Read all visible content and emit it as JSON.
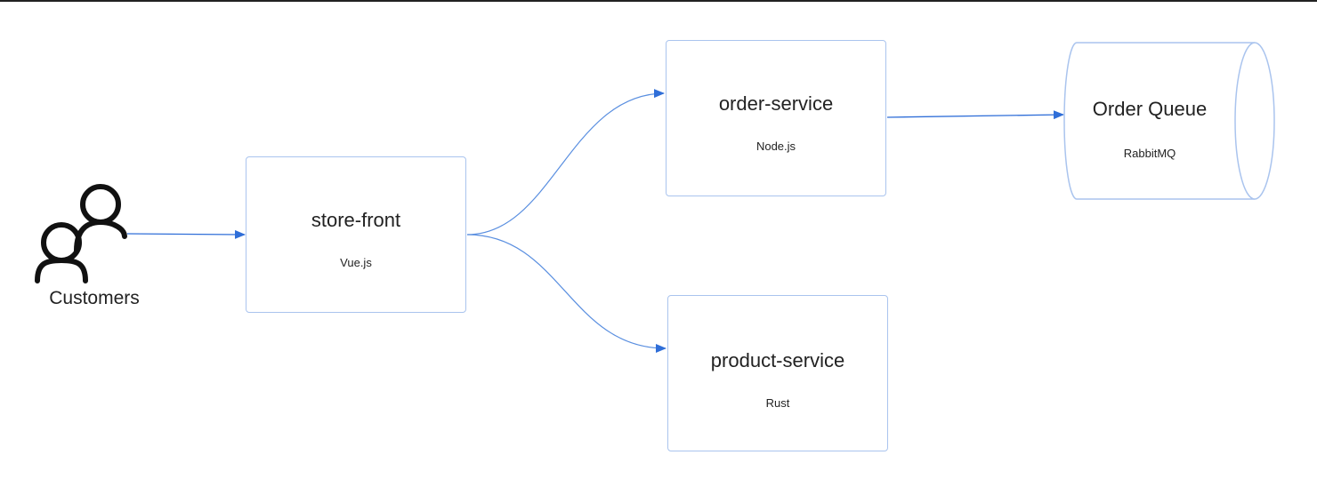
{
  "colors": {
    "connector": "#2f6ed8",
    "box_border": "#aac4ee",
    "icon": "#111111"
  },
  "actor": {
    "label": "Customers",
    "icon": "users-icon"
  },
  "nodes": [
    {
      "id": "store-front",
      "title": "store-front",
      "tech": "Vue.js",
      "shape": "rectangle"
    },
    {
      "id": "order-service",
      "title": "order-service",
      "tech": "Node.js",
      "shape": "rectangle"
    },
    {
      "id": "product-service",
      "title": "product-service",
      "tech": "Rust",
      "shape": "rectangle"
    },
    {
      "id": "order-queue",
      "title": "Order Queue",
      "tech": "RabbitMQ",
      "shape": "cylinder"
    }
  ],
  "edges": [
    {
      "from": "Customers",
      "to": "store-front"
    },
    {
      "from": "store-front",
      "to": "order-service"
    },
    {
      "from": "store-front",
      "to": "product-service"
    },
    {
      "from": "order-service",
      "to": "order-queue"
    }
  ]
}
